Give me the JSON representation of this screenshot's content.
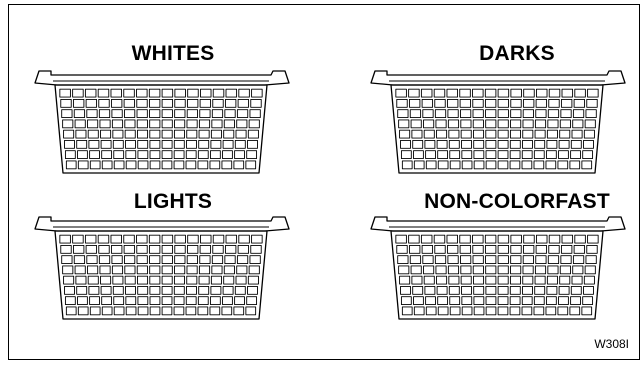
{
  "baskets": [
    {
      "label": "WHITES"
    },
    {
      "label": "DARKS"
    },
    {
      "label": "LIGHTS"
    },
    {
      "label": "NON-COLORFAST"
    }
  ],
  "figure_code": "W308I",
  "colors": {
    "line": "#000000",
    "background": "#ffffff"
  }
}
